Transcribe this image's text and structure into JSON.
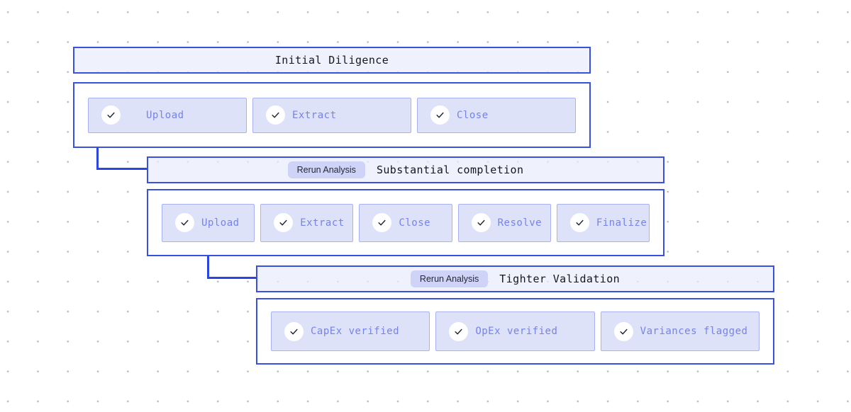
{
  "colors": {
    "canvas-bg": "#ffffff",
    "dot": "#bdbdbd",
    "accent": "#3a50e0",
    "connector": "#2b45df",
    "header-bg": "rgba(233,237,252,0.72)",
    "title-text": "#15171e",
    "badge-bg": "#ced3f7",
    "badge-text": "#262935",
    "chip-bg": "#dee2f9",
    "chip-border": "#a9b2f1",
    "chip-text": "#7583ea",
    "check": "#20242b",
    "check-circle-bg": "#ffffff"
  },
  "stages": [
    {
      "title": "Initial Diligence",
      "steps": [
        {
          "label": "Upload",
          "checked": true
        },
        {
          "label": "Extract",
          "checked": true
        },
        {
          "label": "Close",
          "checked": true
        }
      ]
    },
    {
      "badge": "Rerun Analysis",
      "title": "Substantial completion",
      "steps": [
        {
          "label": "Upload",
          "checked": true
        },
        {
          "label": "Extract",
          "checked": true
        },
        {
          "label": "Close",
          "checked": true
        },
        {
          "label": "Resolve",
          "checked": true
        },
        {
          "label": "Finalize",
          "checked": true
        }
      ]
    },
    {
      "badge": "Rerun Analysis",
      "title": "Tighter Validation",
      "steps": [
        {
          "label": "CapEx verified",
          "checked": true
        },
        {
          "label": "OpEx verified",
          "checked": true
        },
        {
          "label": "Variances flagged",
          "checked": true
        }
      ]
    }
  ]
}
